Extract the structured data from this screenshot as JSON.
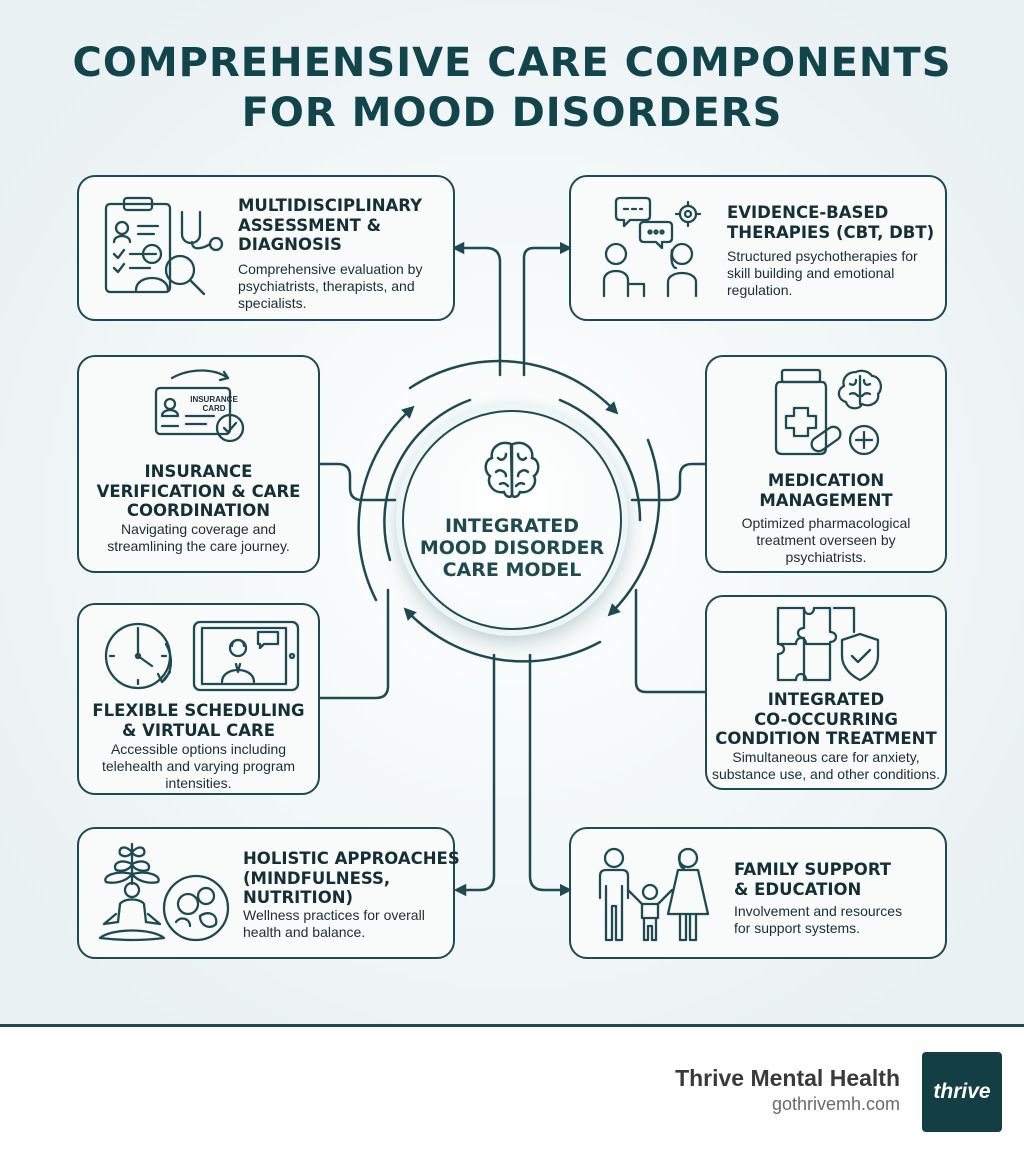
{
  "title": {
    "line1": "COMPREHENSIVE CARE COMPONENTS",
    "line2": "FOR MOOD DISORDERS"
  },
  "hub": {
    "line1": "INTEGRATED",
    "line2": "MOOD DISORDER",
    "line3": "CARE MODEL",
    "icon": "brain-icon"
  },
  "cards": {
    "assessment": {
      "title": [
        "MULTIDISCIPLINARY",
        "ASSESSMENT &",
        "DIAGNOSIS"
      ],
      "desc": [
        "Comprehensive evaluation by",
        "psychiatrists, therapists, and",
        "specialists."
      ],
      "icon": "clipboard-doctor-icon"
    },
    "therapies": {
      "title": [
        "EVIDENCE-BASED",
        "THERAPIES (CBT, DBT)"
      ],
      "desc": [
        "Structured psychotherapies for",
        "skill building and emotional",
        "regulation."
      ],
      "icon": "therapy-session-icon"
    },
    "insurance": {
      "title": [
        "INSURANCE",
        "VERIFICATION & CARE",
        "COORDINATION"
      ],
      "desc": [
        "Navigating coverage and",
        "streamlining the care journey."
      ],
      "icon": "insurance-card-icon",
      "card_label": [
        "INSURANCE",
        "CARD"
      ]
    },
    "medication": {
      "title": [
        "MEDICATION",
        "MANAGEMENT"
      ],
      "desc": [
        "Optimized pharmacological",
        "treatment overseen by",
        "psychiatrists."
      ],
      "icon": "medication-icon"
    },
    "scheduling": {
      "title": [
        "FLEXIBLE SCHEDULING",
        "& VIRTUAL CARE"
      ],
      "desc": [
        "Accessible options including",
        "telehealth and varying program",
        "intensities."
      ],
      "icon": "clock-telehealth-icon"
    },
    "cooccurring": {
      "title": [
        "INTEGRATED",
        "CO-OCCURRING",
        "CONDITION TREATMENT"
      ],
      "desc": [
        "Simultaneous care for anxiety,",
        "substance use, and other conditions."
      ],
      "icon": "puzzle-shield-icon"
    },
    "holistic": {
      "title": [
        "HOLISTIC APPROACHES",
        "(MINDFULNESS,",
        "NUTRITION)"
      ],
      "desc": [
        "Wellness practices for overall",
        "health and balance."
      ],
      "icon": "meditation-nutrition-icon"
    },
    "family": {
      "title": [
        "FAMILY SUPPORT",
        "& EDUCATION"
      ],
      "desc": [
        "Involvement and resources",
        "for support systems."
      ],
      "icon": "family-icon"
    }
  },
  "footer": {
    "brand": "Thrive Mental Health",
    "url": "gothrivemh.com",
    "logo_text": "thrive"
  },
  "colors": {
    "primary": "#1e4a52",
    "title": "#12454b",
    "background": "#eef4f6",
    "logo_bg": "#133f44"
  }
}
